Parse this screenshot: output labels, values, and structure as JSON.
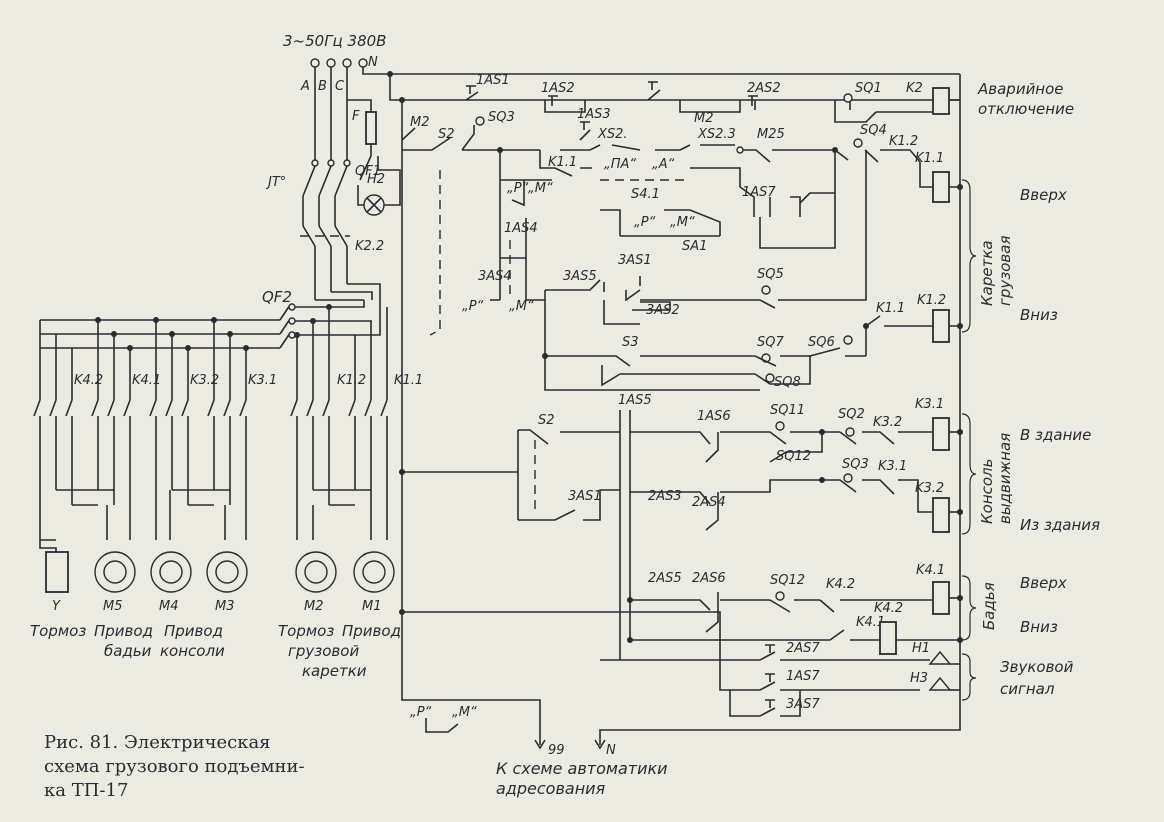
{
  "supply": {
    "label": "3~50Гц 380В",
    "phases": [
      "A",
      "B",
      "C"
    ],
    "neutral": "N"
  },
  "devices": {
    "jt": "JT°",
    "qf1": "QF1",
    "f": "F",
    "h2": "H2",
    "k22": "K2.2",
    "qf2": "QF2",
    "m2_top": "M2",
    "s2_top": "S2",
    "sq3": "SQ3",
    "one_as1": "1AS1",
    "one_as2": "1AS2",
    "one_as3": "1AS3",
    "two_as2": "2AS2",
    "xs2": "XS2.",
    "xs23": "XS2.3",
    "m2_mid": "M2",
    "m25": "M25",
    "sq1": "SQ1",
    "k2": "K2",
    "sq4": "SQ4",
    "k12a": "K1.2",
    "k11": "K1.1",
    "k11c": "K1.1",
    "pa": "„ПА“",
    "a": "„А“",
    "p1": "„Р“",
    "m1": "„М“",
    "s41": "S4.1",
    "one_as7": "1AS7",
    "p2": "„Р“",
    "m2q": "„М“",
    "sa1": "SA1",
    "one_as4": "1AS4",
    "three_as4": "3AS4",
    "three_as5": "3AS5",
    "three_as1": "3AS1",
    "sq5": "SQ5",
    "three_as2": "3AS2",
    "p3": "„Р“",
    "m3q": "„М“",
    "k12": "K1.2",
    "k11b": "K1.1",
    "s3": "S3",
    "sq7": "SQ7",
    "sq6": "SQ6",
    "sq8": "SQ8",
    "s2b": "S2",
    "one_as5": "1AS5",
    "one_as6": "1AS6",
    "sq11": "SQ11",
    "sq2": "SQ2",
    "k32a": "K3.2",
    "k31": "K3.1",
    "sq12a": "SQ12",
    "sq3b": "SQ3",
    "k31b": "K3.1",
    "k32": "K3.2",
    "three_as1b": "3AS1",
    "two_as3": "2AS3",
    "two_as4": "2AS4",
    "two_as5": "2AS5",
    "two_as6": "2AS6",
    "sq12b": "SQ12",
    "k42a": "K4.2",
    "k41": "K4.1",
    "k41b": "K4.1",
    "k42": "K4.2",
    "two_as7": "2AS7",
    "h1": "H1",
    "one_as7b": "1AS7",
    "h3": "H3",
    "three_as7": "3AS7",
    "p4": "„Р“",
    "m4q": "„М“"
  },
  "contactor_labels": [
    "K4.2",
    "K4.1",
    "K3.2",
    "K3.1",
    "K1.2",
    "K1.1"
  ],
  "motors": [
    {
      "id": "Y",
      "caption": "Тормоз"
    },
    {
      "id": "M5",
      "caption": "Привод бадьи"
    },
    {
      "id": "M4",
      "caption": "Привод консоли"
    },
    {
      "id": "M3",
      "caption": ""
    },
    {
      "id": "M2",
      "caption": "Тормоз"
    },
    {
      "id": "M1",
      "caption": "Привод грузовой каретки"
    }
  ],
  "motor_captions": {
    "tormoz1": "Тормоз",
    "privod1": "Привод",
    "badi": "бадьи",
    "privod2": "Привод",
    "konsoli": "консоли",
    "tormoz2": "Тормоз",
    "privod3": "Привод",
    "gruzovoy": "грузовой",
    "karetki": "каретки"
  },
  "functions": {
    "avar1": "Аварийное",
    "avar2": "отключение",
    "up": "Вверх",
    "down": "Вниз",
    "into": "В здание",
    "out": "Из здания",
    "b_up": "Вверх",
    "b_down": "Вниз",
    "sound1": "Звуковой",
    "sound2": "сигнал"
  },
  "groups": {
    "karetka1": "Каретка",
    "karetka2": "грузовая",
    "konsol1": "Консоль",
    "konsol2": "выдвижная",
    "badya": "Бадья"
  },
  "outputs": {
    "w99": "99",
    "wn": "N",
    "note1": "К схеме автоматики",
    "note2": "адресования"
  },
  "caption": {
    "line1": "Рис.    81.   Электрическая",
    "line2": "схема грузового подъемни-",
    "line3": "ка ТП-17"
  }
}
